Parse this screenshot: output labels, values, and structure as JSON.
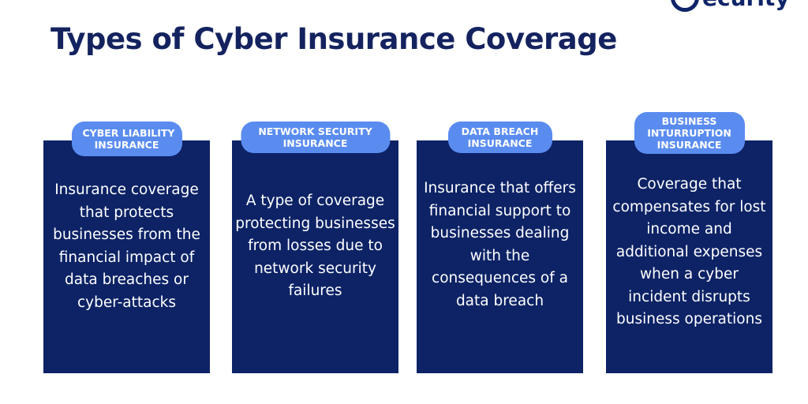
{
  "logo": {
    "text": "ecurity",
    "color": "#0f2468"
  },
  "title": "Types of Cyber Insurance Coverage",
  "colors": {
    "card": "#0d2366",
    "badge": "#5a8cf0",
    "title": "#14235f"
  },
  "cards": [
    {
      "badge": [
        "CYBER LIABILITY",
        "INSURANCE"
      ],
      "description": "Insurance coverage that protects businesses from the financial impact of data breaches or cyber-attacks"
    },
    {
      "badge": [
        "NETWORK SECURITY",
        "INSURANCE"
      ],
      "description": "A type of coverage protecting businesses from losses due to network security failures"
    },
    {
      "badge": [
        "DATA BREACH",
        "INSURANCE"
      ],
      "description": "Insurance that offers financial support to businesses dealing with the consequences of a data breach"
    },
    {
      "badge": [
        "BUSINESS",
        "INTURRUPTION",
        "INSURANCE"
      ],
      "description": "Coverage that compensates for lost income and additional expenses when a cyber incident disrupts business operations"
    }
  ]
}
